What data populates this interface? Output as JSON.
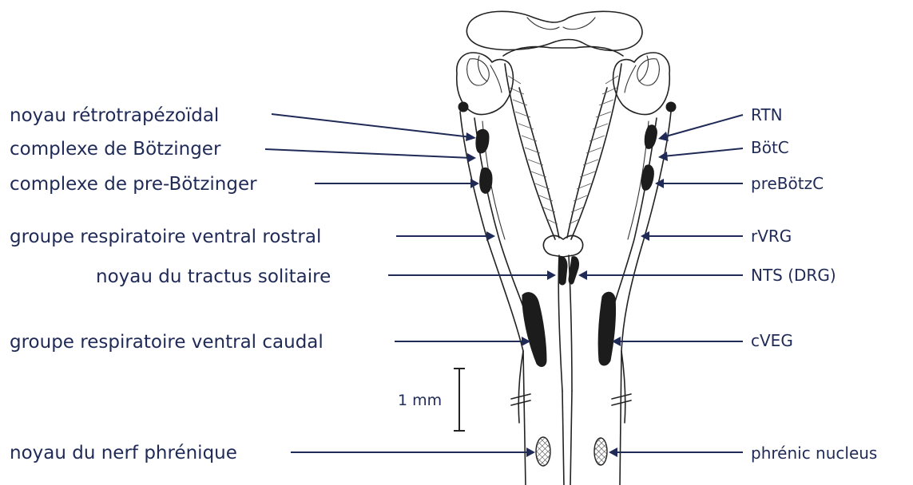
{
  "labels_left": [
    {
      "id": "rtn",
      "text": "noyau rétrotrapézoïdal"
    },
    {
      "id": "botc",
      "text": "complexe de Bötzinger"
    },
    {
      "id": "prebotc",
      "text": "complexe de pre-Bötzinger"
    },
    {
      "id": "rvrg",
      "text": "groupe respiratoire ventral rostral"
    },
    {
      "id": "nts",
      "text": "noyau du tractus solitaire"
    },
    {
      "id": "cvrg",
      "text": "groupe respiratoire ventral caudal"
    },
    {
      "id": "phrenic",
      "text": "noyau du nerf phrénique"
    }
  ],
  "labels_right": [
    {
      "id": "rtn",
      "text": "RTN"
    },
    {
      "id": "botc",
      "text": "BötC"
    },
    {
      "id": "prebotc",
      "text": "preBötzC"
    },
    {
      "id": "rvrg",
      "text": "rVRG"
    },
    {
      "id": "nts",
      "text": "NTS (DRG)"
    },
    {
      "id": "cvrg",
      "text": "cVEG"
    },
    {
      "id": "phrenic",
      "text": "phrénic nucleus"
    }
  ],
  "scale_bar": {
    "label": "1 mm"
  },
  "colors": {
    "label_text": "#1f2a57",
    "leader_line": "#1f2a57",
    "drawing_ink": "#222222",
    "nucleus_fill": "#1c1c1c"
  }
}
